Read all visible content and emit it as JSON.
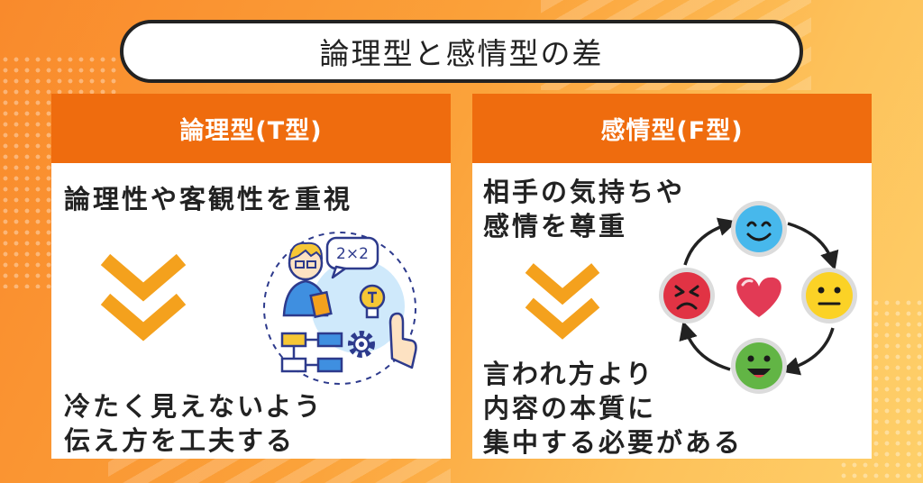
{
  "title": "論理型と感情型の差",
  "left": {
    "header": "論理型(T型)",
    "headline": "論理性や客観性を重視",
    "bottom_line1": "冷たく見えないよう",
    "bottom_line2": "伝え方を工夫する",
    "bubble_text": "2×2"
  },
  "right": {
    "header": "感情型(F型)",
    "top_line1": "相手の気持ちや",
    "top_line2": "感情を尊重",
    "bottom_line1": "言われ方より",
    "bottom_line2": "内容の本質に",
    "bottom_line3": "集中する必要がある"
  },
  "colors": {
    "header_orange": "#ef6c0e",
    "chevron_orange": "#f4a11d",
    "face_blue": "#47b8ec",
    "face_yellow": "#fbd226",
    "face_green": "#62b545",
    "face_red": "#e13344",
    "heart": "#e23a55"
  },
  "icons": [
    "double-chevron-down-icon",
    "thinking-person-illustration",
    "lightbulb-icon",
    "gear-icon",
    "pointing-hand-icon",
    "smiling-face-icon",
    "neutral-face-icon",
    "happy-face-icon",
    "angry-face-icon",
    "heart-icon"
  ]
}
